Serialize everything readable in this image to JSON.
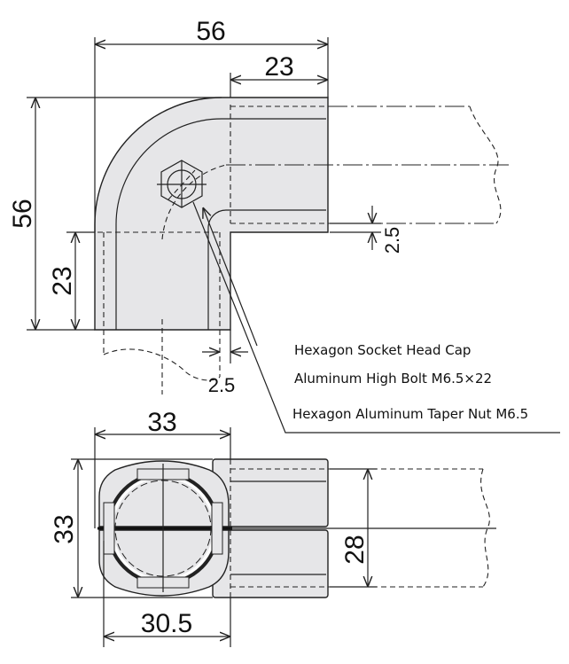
{
  "title": "Elbow joint dimension drawing",
  "dimensions": {
    "top_width": "56",
    "top_arm": "23",
    "left_height": "56",
    "left_arm": "23",
    "gap_right": "2.5",
    "gap_bottom": "2.5",
    "section_width": "33",
    "section_height": "33",
    "section_inner_width": "30.5",
    "pipe_diameter": "28"
  },
  "labels": {
    "bolt_line1": "Hexagon Socket Head Cap",
    "bolt_line2": "Aluminum High Bolt M6.5×22",
    "nut": "Hexagon Aluminum Taper Nut M6.5"
  },
  "colors": {
    "body_fill": "#e6e6e8",
    "line": "#222222"
  }
}
